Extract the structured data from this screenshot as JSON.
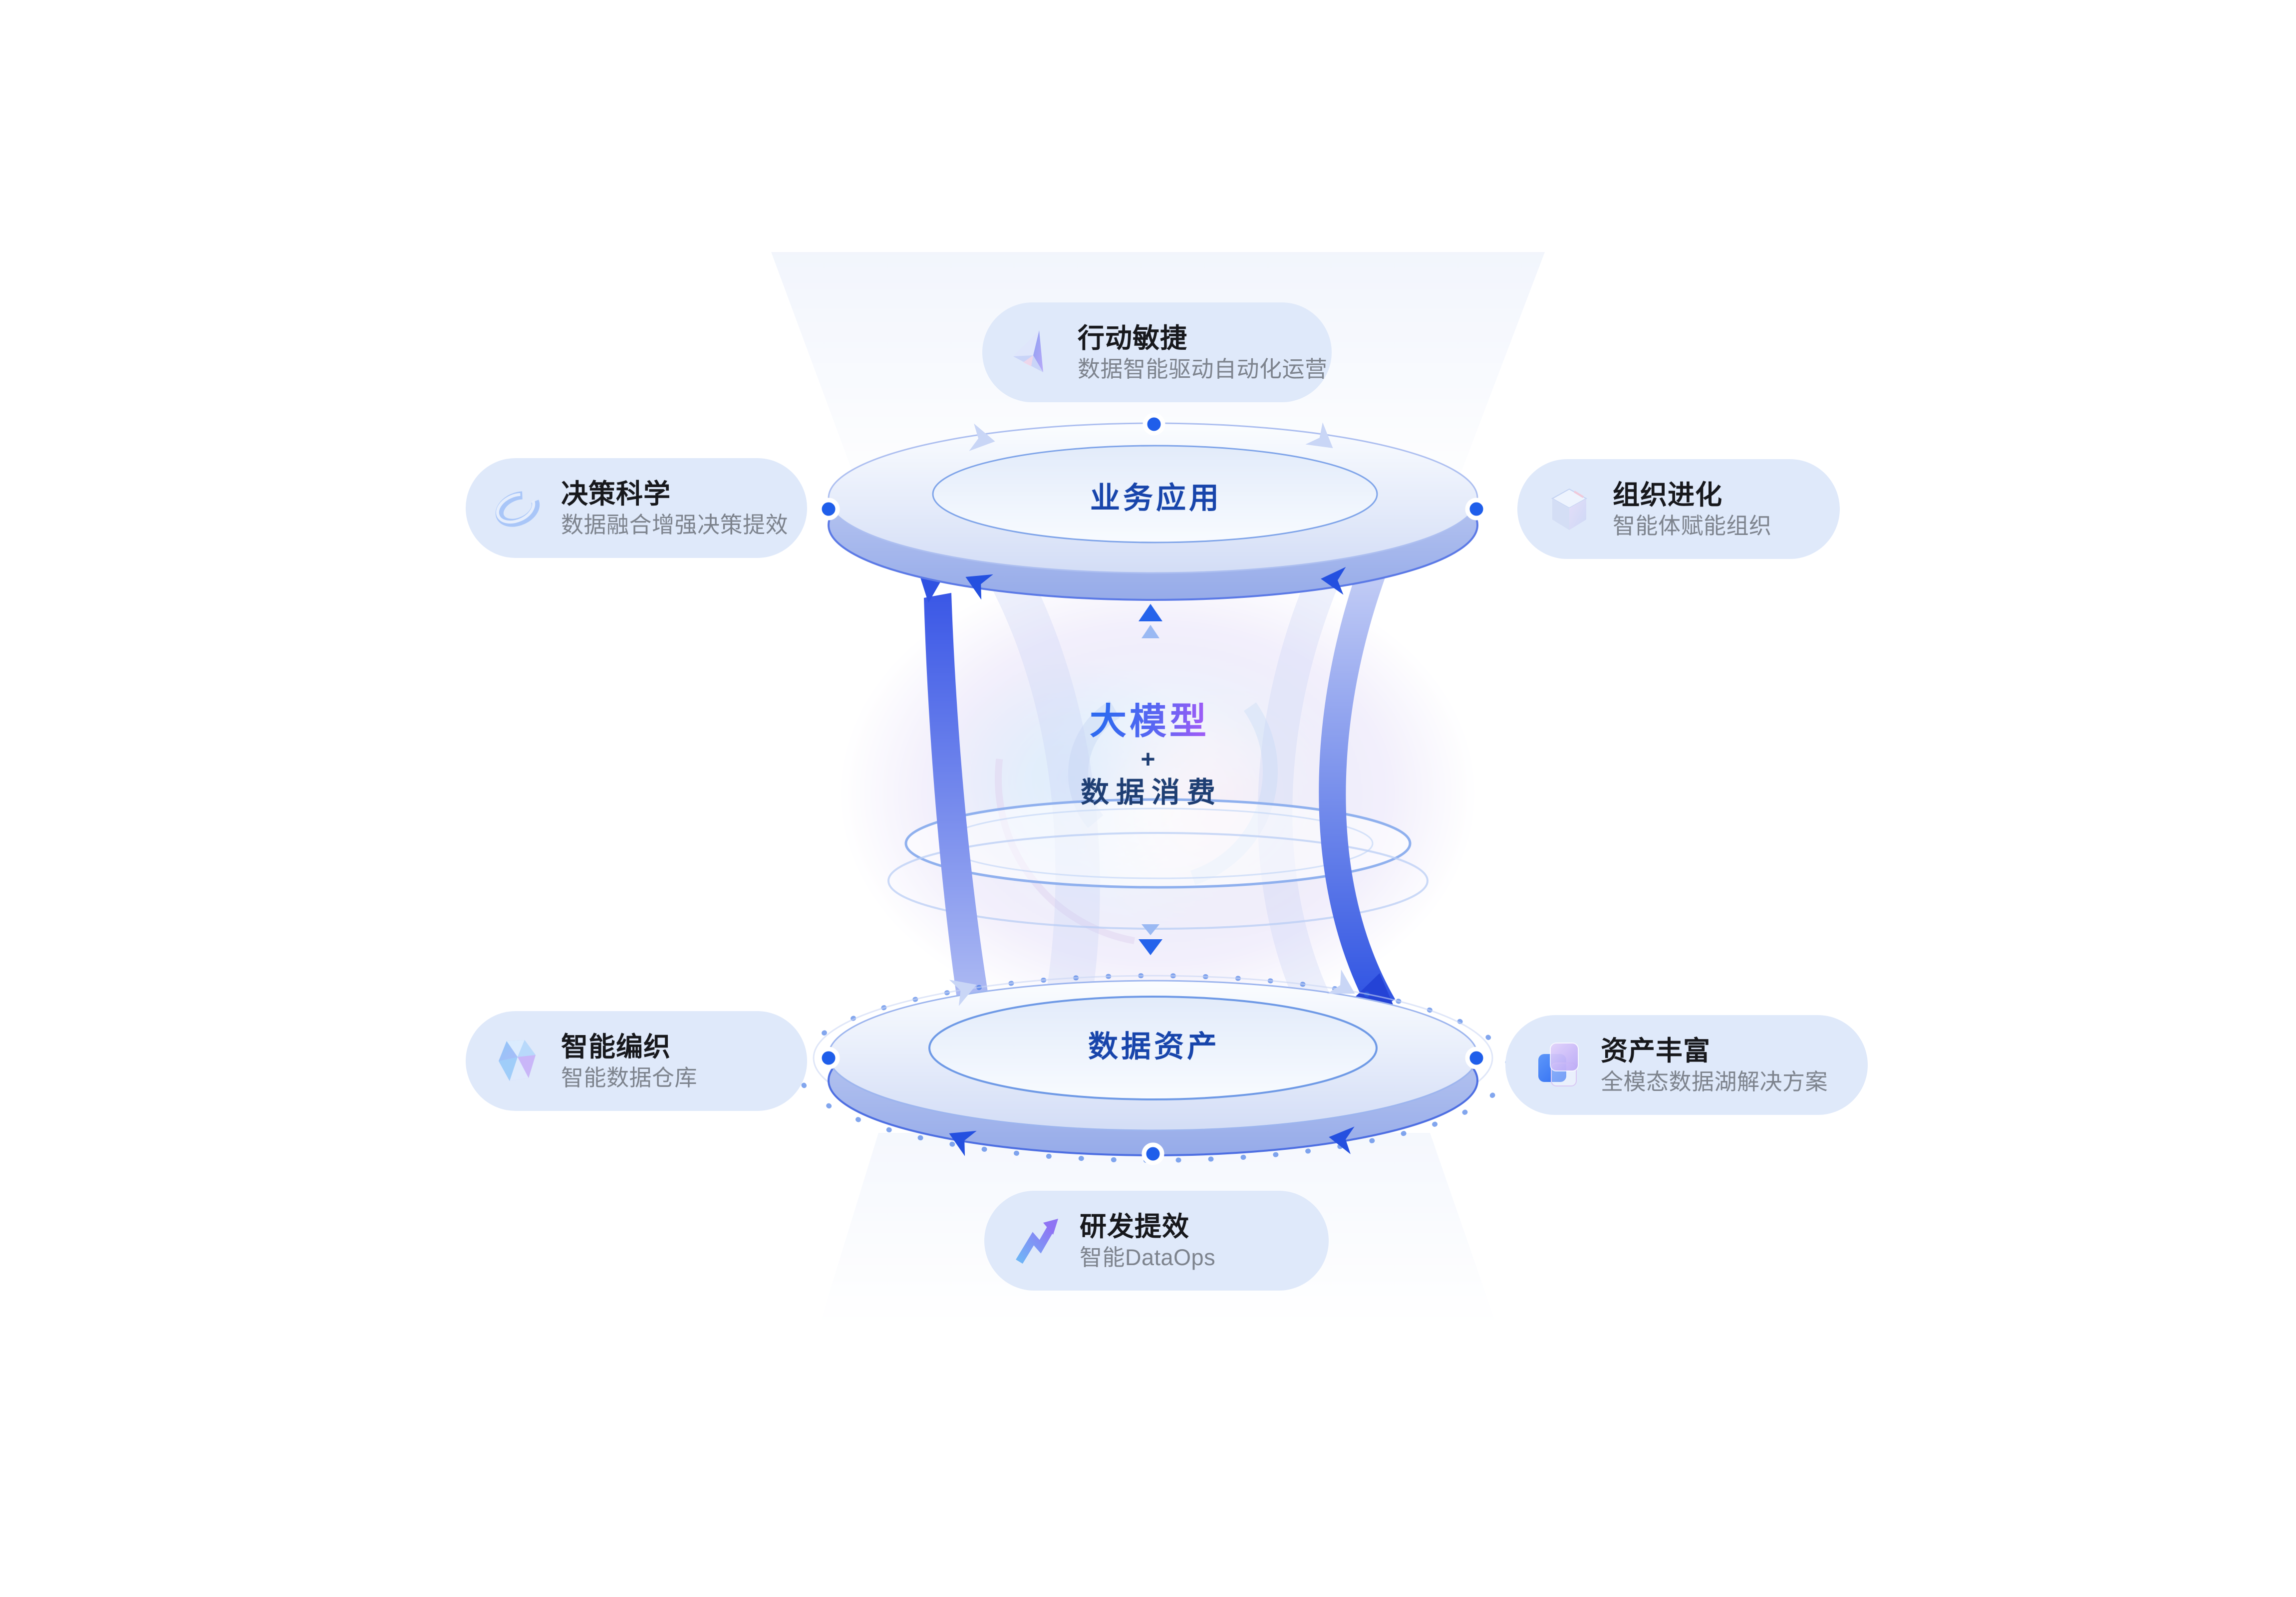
{
  "diagram": {
    "kind": "data-intelligence-hourglass",
    "center": {
      "line1": "大模型",
      "plus": "+",
      "line2": "数据消费"
    },
    "rings": {
      "top_label": "业务应用",
      "bottom_label": "数据资产"
    }
  },
  "cards": [
    {
      "position": "top",
      "title": "行动敏捷",
      "subtitle": "数据智能驱动自动化运营",
      "icon": "pyramid-icon"
    },
    {
      "position": "left-top",
      "title": "决策科学",
      "subtitle": "数据融合增强决策提效",
      "icon": "loop-icon"
    },
    {
      "position": "right-top",
      "title": "组织进化",
      "subtitle": "智能体赋能组织",
      "icon": "cube-icon"
    },
    {
      "position": "left-bottom",
      "title": "智能编织",
      "subtitle": "智能数据仓库",
      "icon": "gem-icon"
    },
    {
      "position": "right-bottom",
      "title": "资产丰富",
      "subtitle": "全模态数据湖解决方案",
      "icon": "stacked-cards-icon"
    },
    {
      "position": "bottom",
      "title": "研发提效",
      "subtitle": "智能DataOps",
      "icon": "zigzag-arrow-icon"
    }
  ],
  "colors": {
    "accent_blue": "#2563eb",
    "accent_purple": "#8b5cf6",
    "card_background": "#dfe9fa",
    "ring_label": "#1845ab",
    "center_dark_navy": "#1e3e73",
    "card_title": "#17181c",
    "card_subtitle": "#7d838d",
    "dot_blue": "#1f5eea"
  }
}
